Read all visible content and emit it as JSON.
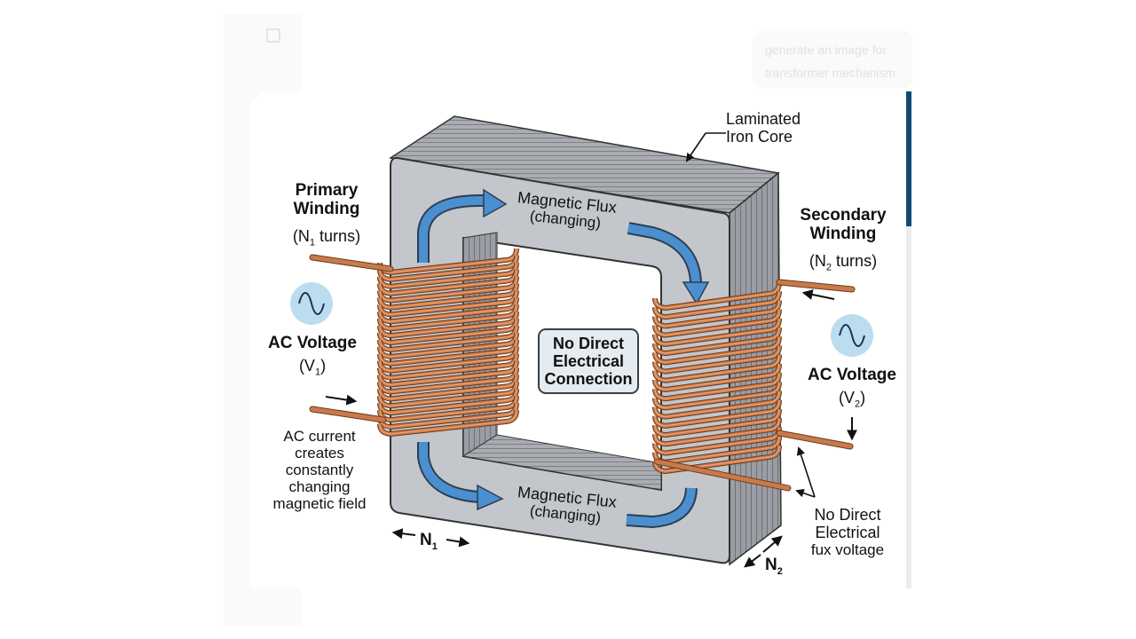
{
  "background_ui": {
    "chat_prompt_line1": "generate an image for",
    "chat_prompt_line2": "transformer mechanism"
  },
  "diagram": {
    "core_label_line1": "Laminated",
    "core_label_line2": "Iron Core",
    "primary": {
      "title_line1": "Primary",
      "title_line2": "Winding",
      "turns_prefix": "(N",
      "turns_sub": "1",
      "turns_suffix": " turns)",
      "voltage_title": "AC Voltage",
      "voltage_prefix": "(V",
      "voltage_sub": "1",
      "voltage_suffix": ")",
      "note_lines": [
        "AC current",
        "creates",
        "constantly",
        "changing",
        "magnetic field"
      ],
      "n_label": "N",
      "n_sub": "1"
    },
    "secondary": {
      "title_line1": "Secondary",
      "title_line2": "Winding",
      "turns_prefix": "(N",
      "turns_sub": "2",
      "turns_suffix": " turns)",
      "voltage_title": "AC Voltage",
      "voltage_prefix": "(V",
      "voltage_sub": "2",
      "voltage_suffix": ")",
      "note_lines": [
        "No Direct",
        "Electrical",
        "fux voltage"
      ],
      "n_label": "N",
      "n_sub": "2"
    },
    "flux_top_line1": "Magnetic Flux",
    "flux_top_line2": "(changing)",
    "flux_bottom_line1": "Magnetic Flux",
    "flux_bottom_line2": "(changing)",
    "center_box_lines": [
      "No Direct",
      "Electrical",
      "Connection"
    ],
    "colors": {
      "core_face": "#c3c6cb",
      "core_side": "#8d9096",
      "copper": "#c97a4a",
      "flux_arrow": "#4b8fd0",
      "ac_circle": "#bcdcf0",
      "scroll_accent": "#0f4a73"
    }
  }
}
